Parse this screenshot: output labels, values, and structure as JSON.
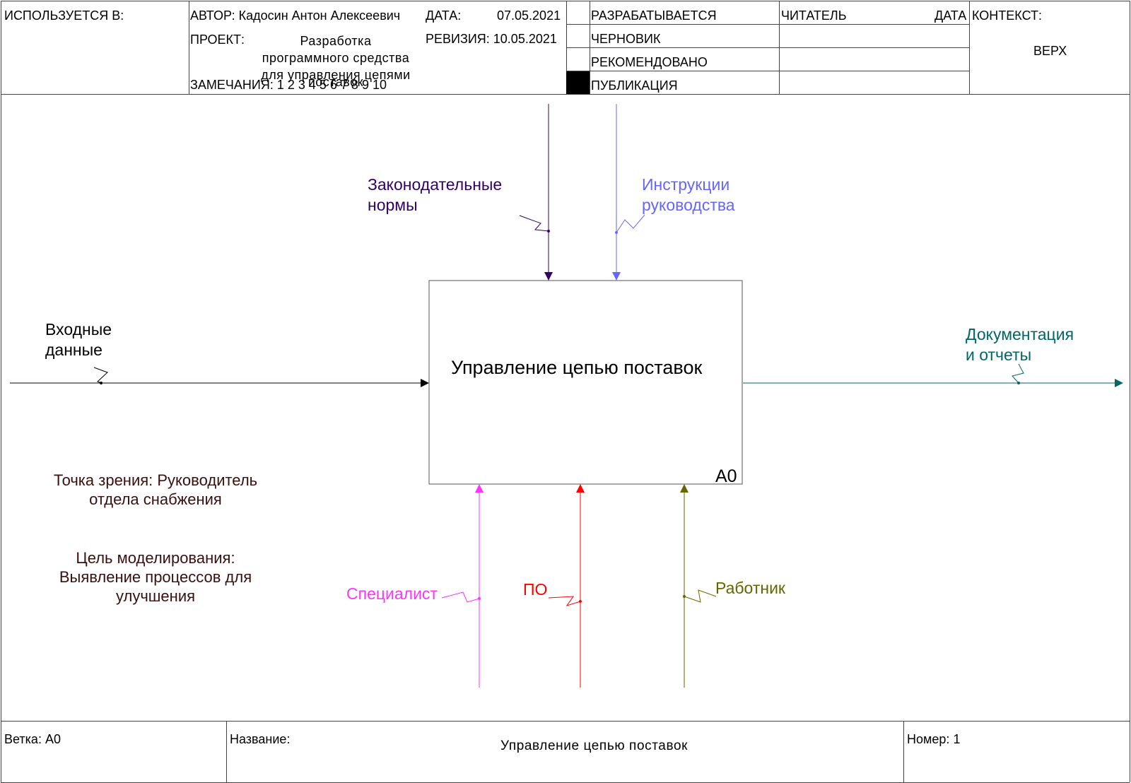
{
  "header": {
    "used_in_label": "ИСПОЛЬЗУЕТСЯ В:",
    "author_label": "АВТОР:",
    "author_value": "Кадосин Антон Алексеевич",
    "date_label": "ДАТА:",
    "date_value": "07.05.2021",
    "project_label": "ПРОЕКТ:",
    "project_lines": [
      "Разработка",
      "программного средства",
      "для управления цепями",
      "поставок"
    ],
    "revision_label": "РЕВИЗИЯ:",
    "revision_value": "10.05.2021",
    "notes_label": "ЗАМЕЧАНИЯ:",
    "notes_value": "1 2 3 4 5 6 7 8 9 10",
    "status_items": [
      "РАЗРАБАТЫВАЕТСЯ",
      "ЧЕРНОВИК",
      "РЕКОМЕНДОВАНО",
      "ПУБЛИКАЦИЯ"
    ],
    "reader_label": "ЧИТАТЕЛЬ",
    "reader_date_label": "ДАТА",
    "context_label": "КОНТЕКСТ:",
    "context_value": "ВЕРХ"
  },
  "diagram": {
    "box": {
      "title": "Управление цепью поставок",
      "node_id": "A0"
    },
    "arrows": {
      "input": {
        "lines": [
          "Входные",
          "данные"
        ],
        "color": "#000000"
      },
      "output": {
        "lines": [
          "Документация",
          "и отчеты"
        ],
        "color": "#006666"
      },
      "control_law": {
        "lines": [
          "Законодательные",
          "нормы"
        ],
        "color": "#330066"
      },
      "control_instr": {
        "lines": [
          "Инструкции",
          "руководства"
        ],
        "color": "#6666ff"
      },
      "mech_specialist": {
        "lines": [
          "Специалист"
        ],
        "color": "#ff33ff"
      },
      "mech_software": {
        "lines": [
          "ПО"
        ],
        "color": "#ff0000"
      },
      "mech_worker": {
        "lines": [
          "Работник"
        ],
        "color": "#666600"
      }
    },
    "viewpoint": [
      "Точка зрения: Руководитель",
      "отдела снабжения"
    ],
    "purpose": [
      "Цель моделирования:",
      "Выявление процессов для",
      "улучшения"
    ]
  },
  "footer": {
    "branch_label": "Ветка:",
    "branch_value": "A0",
    "name_label": "Название:",
    "name_value": "Управление цепью поставок",
    "number_label": "Номер:",
    "number_value": "1"
  }
}
